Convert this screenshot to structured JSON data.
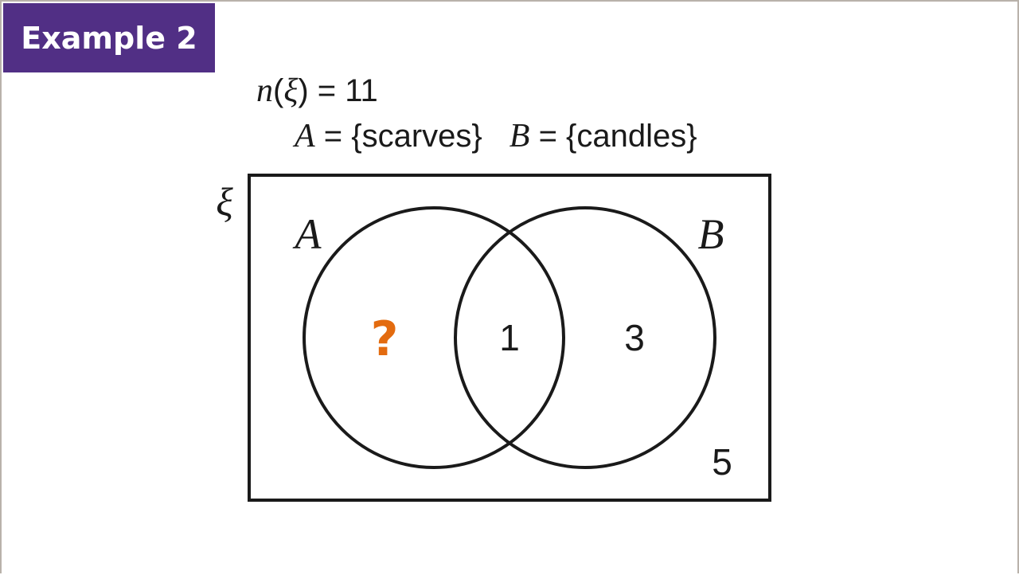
{
  "header": {
    "badge_label": "Example 2"
  },
  "given": {
    "universal_count_lhs_fn": "n",
    "universal_symbol": "ξ",
    "universal_count_rhs": "= 11",
    "set_a_name": "A",
    "set_a_def": "= {scarves}",
    "set_b_name": "B",
    "set_b_def": "= {candles}"
  },
  "venn": {
    "universal_label": "ξ",
    "set_a_label": "A",
    "set_b_label": "B",
    "regions": {
      "a_only": "?",
      "a_and_b": "1",
      "b_only": "3",
      "outside": "5"
    },
    "colors": {
      "brand": "#512f85",
      "unknown": "#e36b0f",
      "stroke": "#1a1a1a"
    }
  }
}
